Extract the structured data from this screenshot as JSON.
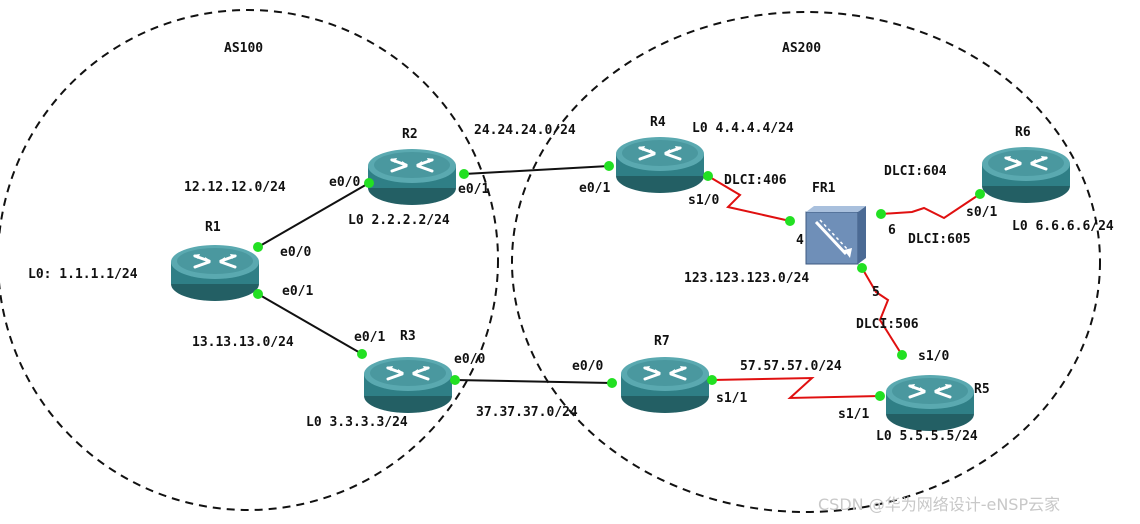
{
  "areas": {
    "as100": "AS100",
    "as200": "AS200"
  },
  "devices": {
    "r1": "R1",
    "r2": "R2",
    "r3": "R3",
    "r4": "R4",
    "r5": "R5",
    "r6": "R6",
    "r7": "R7",
    "fr1": "FR1"
  },
  "loopbacks": {
    "r1": "L0: 1.1.1.1/24",
    "r2": "L0  2.2.2.2/24",
    "r3": "L0  3.3.3.3/24",
    "r4": "L0  4.4.4.4/24",
    "r5": "L0  5.5.5.5/24",
    "r6": "L0  6.6.6.6/24"
  },
  "subnets": {
    "r1_r2": "12.12.12.0/24",
    "r1_r3": "13.13.13.0/24",
    "r2_r4": "24.24.24.0/24",
    "r3_r7": "37.37.37.0/24",
    "fr_cloud": "123.123.123.0/24",
    "r7_r5": "57.57.57.0/24"
  },
  "interfaces": {
    "r1_e00": "e0/0",
    "r1_e01": "e0/1",
    "r2_e00": "e0/0",
    "r2_e01": "e0/1",
    "r3_e01": "e0/1",
    "r3_e00": "e0/0",
    "r4_e01": "e0/1",
    "r4_s10": "s1/0",
    "r7_e00": "e0/0",
    "r7_s11": "s1/1",
    "r5_s11": "s1/1",
    "r5_s10": "s1/0",
    "r6_s01": "s0/1",
    "fr_p4": "4",
    "fr_p5": "5",
    "fr_p6": "6"
  },
  "dlci": {
    "d406": "DLCI:406",
    "d604": "DLCI:604",
    "d605": "DLCI:605",
    "d506": "DLCI:506"
  },
  "watermark": "CSDN @华为网络设计-eNSP云家",
  "colors": {
    "router_body": "#2f7f86",
    "router_top": "#4fa3aa",
    "serial_link": "#e01010",
    "ethernet_link": "#111111",
    "port_dot": "#22e022",
    "fr_switch": "#6f8fb8"
  },
  "icons": {
    "router": "router-icon",
    "frame_relay_switch": "frame-relay-switch-icon"
  }
}
